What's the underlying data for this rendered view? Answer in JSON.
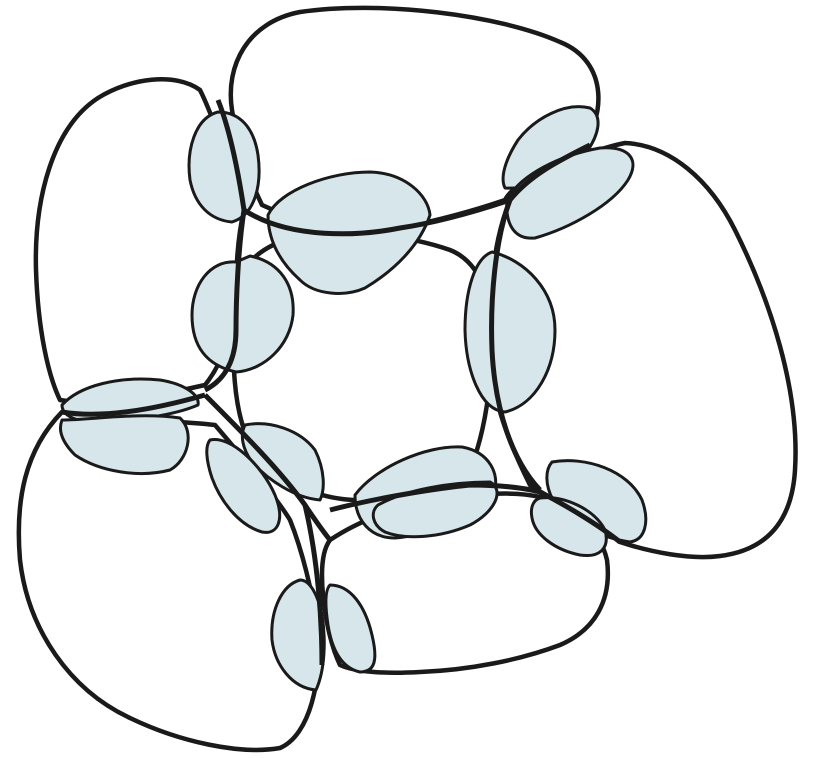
{
  "diagram": {
    "colors": {
      "background": "#ffffff",
      "outline": "#1a1a1a",
      "contact_fill": "#d6e6ea"
    },
    "cells": [
      {
        "id": "top"
      },
      {
        "id": "left"
      },
      {
        "id": "right"
      },
      {
        "id": "bottom-left"
      },
      {
        "id": "bottom-middle"
      },
      {
        "id": "center"
      }
    ],
    "contacts": [
      {
        "between": [
          "top",
          "center"
        ]
      },
      {
        "between": [
          "left",
          "center"
        ]
      },
      {
        "between": [
          "right",
          "center"
        ]
      },
      {
        "between": [
          "bottom-middle",
          "center"
        ]
      },
      {
        "between": [
          "bottom-left",
          "center"
        ]
      },
      {
        "between": [
          "top",
          "left"
        ]
      },
      {
        "between": [
          "top",
          "right"
        ]
      },
      {
        "between": [
          "left",
          "bottom-left"
        ]
      },
      {
        "between": [
          "right",
          "bottom-middle"
        ]
      },
      {
        "between": [
          "bottom-left",
          "bottom-middle"
        ]
      }
    ]
  }
}
